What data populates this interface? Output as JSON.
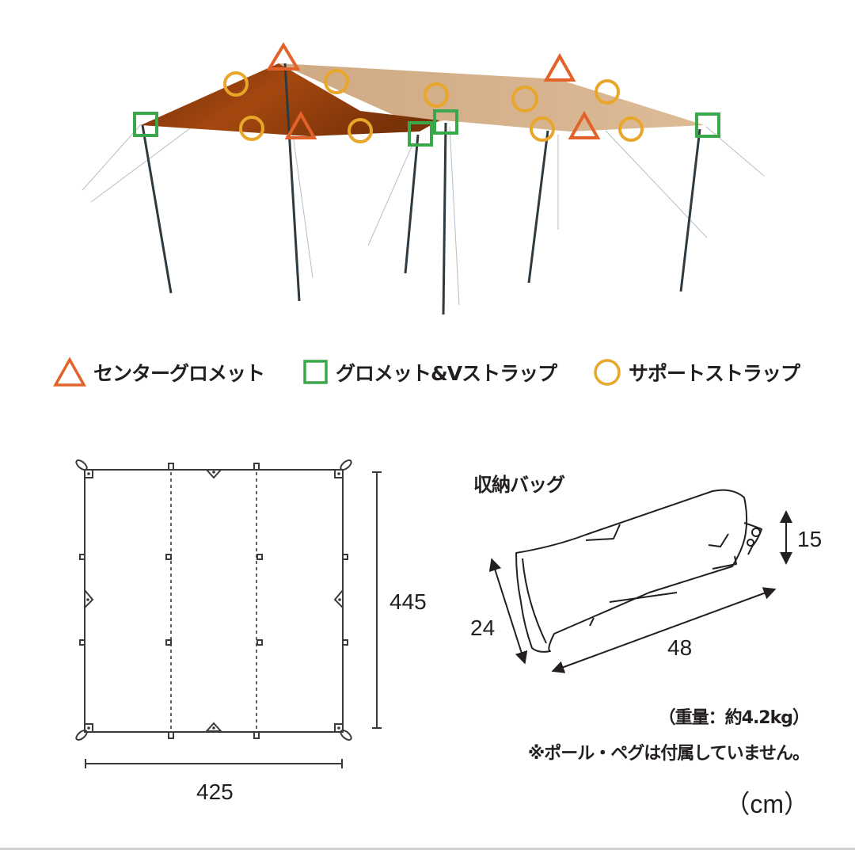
{
  "colors": {
    "center_grommet": "#e2622a",
    "grommet_v_strap": "#3aa84a",
    "support_strap": "#e8a62a",
    "tarp_dark": "#8a3a10",
    "tarp_light": "#d9b48e",
    "pole": "#2f3a40",
    "line": "#3a3a3a"
  },
  "legend": {
    "items": [
      {
        "icon": "triangle-icon",
        "label": "センターグロメット"
      },
      {
        "icon": "square-icon",
        "label": "グロメット&Vストラップ"
      },
      {
        "icon": "circle-icon",
        "label": "サポートストラップ"
      }
    ]
  },
  "tarp_plan": {
    "width_label": "425",
    "height_label": "445"
  },
  "bag": {
    "title": "収納バッグ",
    "dims": {
      "height": "15",
      "depth": "24",
      "length": "48"
    }
  },
  "notes": {
    "weight": "（重量：約4.2kg）",
    "not_included": "※ポール・ペグは付属していません。",
    "unit": "（cm）"
  }
}
